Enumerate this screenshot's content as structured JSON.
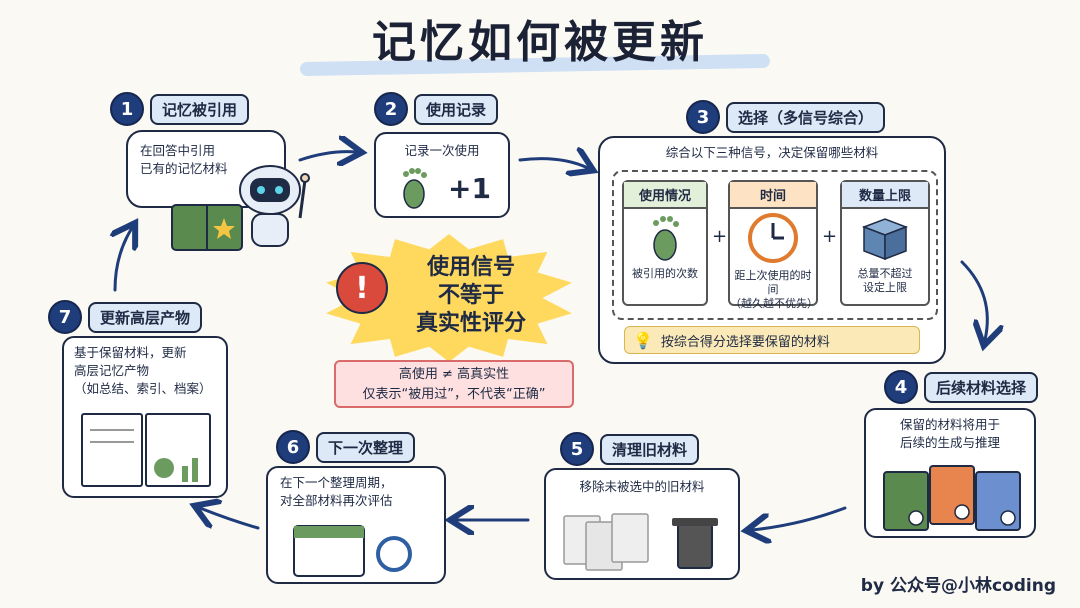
{
  "title": "记忆如何被更新",
  "steps": [
    {
      "num": "1",
      "label": "记忆被引用",
      "text": [
        "在回答中引用",
        "已有的记忆材料"
      ]
    },
    {
      "num": "2",
      "label": "使用记录",
      "text": [
        "记录一次使用"
      ],
      "plus": "+1"
    },
    {
      "num": "3",
      "label": "选择（多信号综合）",
      "text": [
        "综合以下三种信号，决定保留哪些材料"
      ],
      "signals": [
        {
          "header": "使用情况",
          "desc": [
            "被引用的次数"
          ]
        },
        {
          "header": "时间",
          "desc": [
            "距上次使用的时间",
            "（越久越不优先）"
          ]
        },
        {
          "header": "数量上限",
          "desc": [
            "总量不超过",
            "设定上限"
          ]
        }
      ],
      "plus_sign": "+",
      "summary": "按综合得分选择要保留的材料"
    },
    {
      "num": "4",
      "label": "后续材料选择",
      "text": [
        "保留的材料将用于",
        "后续的生成与推理"
      ]
    },
    {
      "num": "5",
      "label": "清理旧材料",
      "text": [
        "移除未被选中的旧材料"
      ]
    },
    {
      "num": "6",
      "label": "下一次整理",
      "text": [
        "在下一个整理周期，",
        "对全部材料再次评估"
      ]
    },
    {
      "num": "7",
      "label": "更新高层产物",
      "text": [
        "基于保留材料，更新",
        "高层记忆产物",
        "（如总结、索引、档案）"
      ]
    }
  ],
  "warning": {
    "mark": "!",
    "lines": [
      "使用信号",
      "不等于",
      "真实性评分"
    ],
    "note": [
      "高使用 ≠ 高真实性",
      "仅表示“被用过”，不代表“正确”"
    ]
  },
  "footer": "by 公众号@小林coding",
  "colors": {
    "navy": "#1f3d7a",
    "tag": "#dde9f7",
    "warn": "#ffd95e",
    "pink": "#fde0df"
  }
}
